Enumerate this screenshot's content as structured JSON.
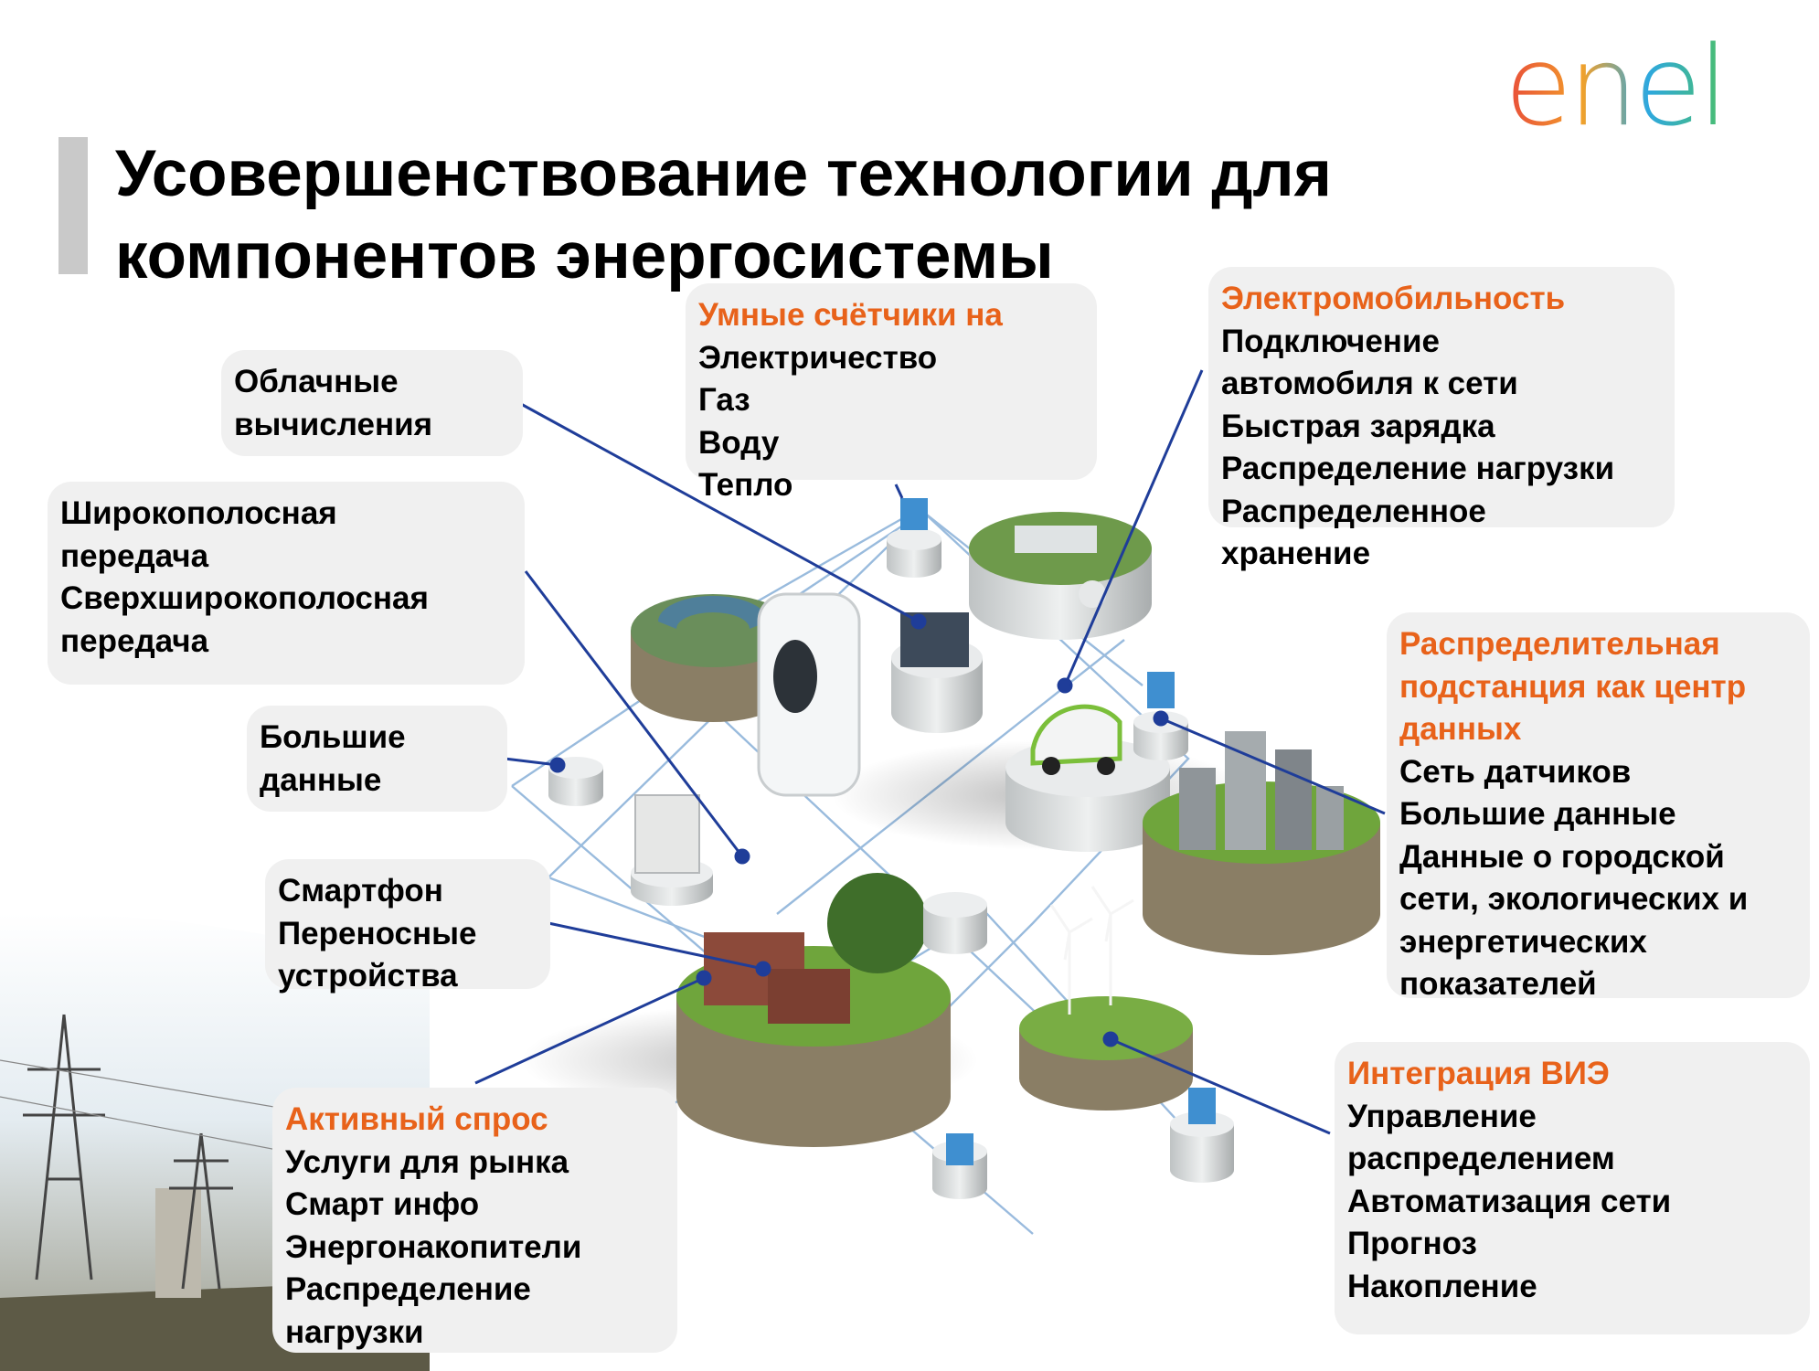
{
  "title": {
    "line1": "Усовершенствование технологии для",
    "line2": "компонентов энергосистемы"
  },
  "logo": {
    "text": "enel",
    "colors": [
      "#e84a3a",
      "#f3a12a",
      "#2ea8df",
      "#4bbf6b"
    ]
  },
  "colors": {
    "accent": "#e8621a",
    "connector": "#1f3d99",
    "title_bar": "#c9c9c9",
    "box_bg": "#f0f0f0",
    "grass": "#6fa53c"
  },
  "boxes": {
    "smart_meters": {
      "heading": "Умные счётчики на",
      "items": [
        "Электричество",
        "Газ",
        "Воду",
        "Тепло"
      ]
    },
    "e_mobility": {
      "heading": "Электромобильность",
      "items": [
        "Подключение",
        "автомобиля к сети",
        "Быстрая зарядка",
        "Распределение нагрузки",
        "Распределенное",
        "хранение"
      ]
    },
    "cloud": {
      "items": [
        "Облачные",
        "вычисления"
      ]
    },
    "broadband": {
      "items": [
        "Широкополосная",
        "передача",
        "Сверхширокополосная",
        "передача"
      ]
    },
    "big_data": {
      "items": [
        "Большие",
        "данные"
      ]
    },
    "smartphone": {
      "items": [
        "Смартфон",
        "Переносные",
        "устройства"
      ]
    },
    "substation": {
      "heading": "Распределительная подстанция как центр данных",
      "items": [
        "Сеть датчиков",
        "Большие данные",
        "Данные о городской сети, экологических и энергетических показателей"
      ]
    },
    "active_demand": {
      "heading": "Активный спрос",
      "items": [
        "Услуги для рынка",
        "Смарт инфо",
        "Энергонакопители",
        "Распределение",
        "нагрузки"
      ]
    },
    "res_integration": {
      "heading": "Интеграция ВИЭ",
      "items": [
        "Управление",
        "распределением",
        "Автоматизация сети",
        "Прогноз",
        "Накопление"
      ]
    }
  }
}
